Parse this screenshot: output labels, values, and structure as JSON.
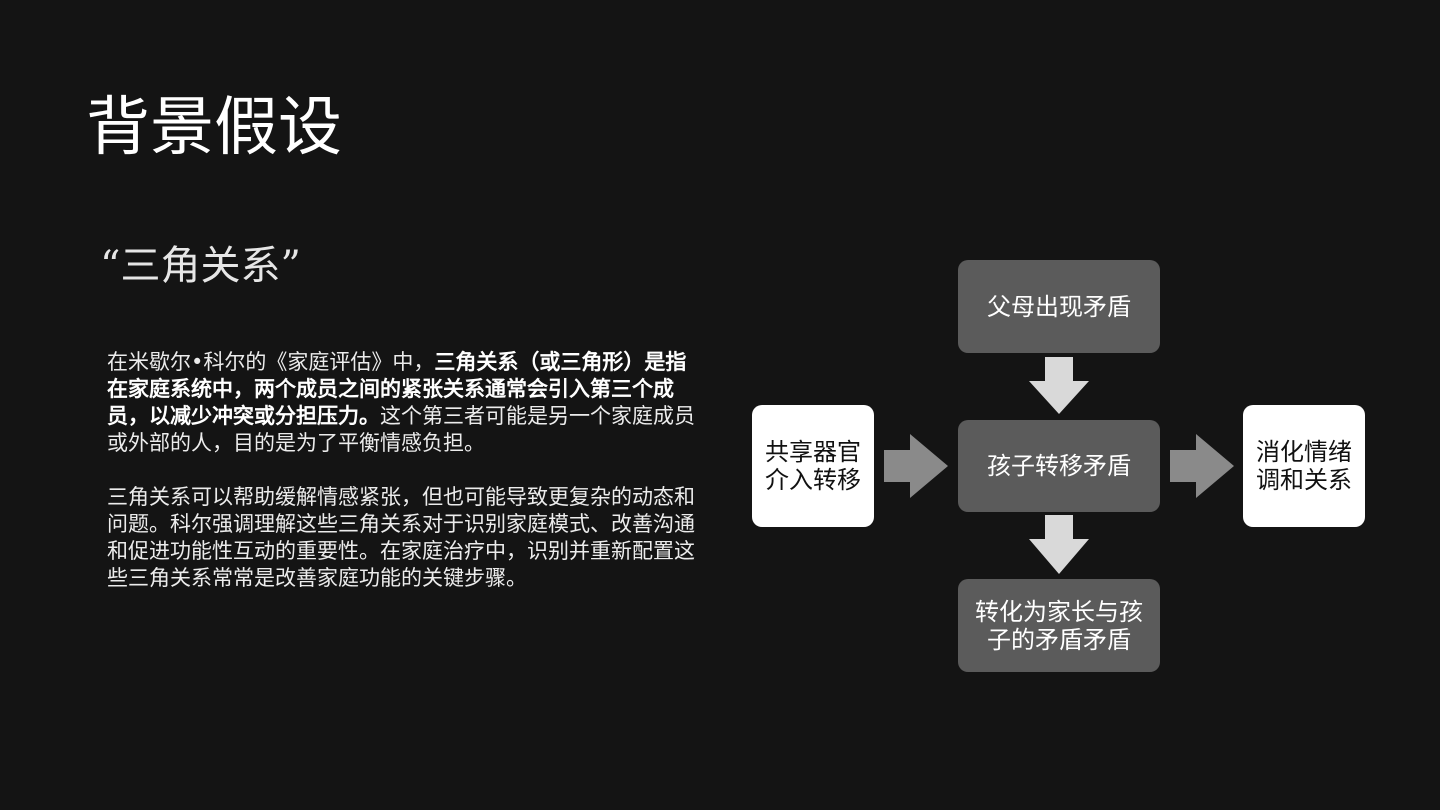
{
  "slide": {
    "title": "背景假设",
    "subtitle": "“三角关系”"
  },
  "body": {
    "p1_normal_a": "在米歇尔•科尔的《家庭评估》中，",
    "p1_bold": "三角关系（或三角形）是指在家庭系统中，两个成员之间的紧张关系通常会引入第三个成员，以减少冲突或分担压力。",
    "p1_normal_b": "这个第三者可能是另一个家庭成员或外部的人，目的是为了平衡情感负担。",
    "p2": "三角关系可以帮助缓解情感紧张，但也可能导致更复杂的动态和问题。科尔强调理解这些三角关系对于识别家庭模式、改善沟通和促进功能性互动的重要性。在家庭治疗中，识别并重新配置这些三角关系常常是改善家庭功能的关键步骤。"
  },
  "diagram": {
    "top": "父母出现矛盾",
    "center": "孩子转移矛盾",
    "bottom": "转化为家长与孩\n子的矛盾矛盾",
    "left": "共享器官\n介入转移",
    "right": "消化情绪\n调和关系"
  },
  "colors": {
    "background": "#141414",
    "dark_node": "#5b5b5b",
    "light_node": "#ffffff",
    "arrow_gray": "#8a8a8a",
    "arrow_light": "#d9d9d9"
  }
}
